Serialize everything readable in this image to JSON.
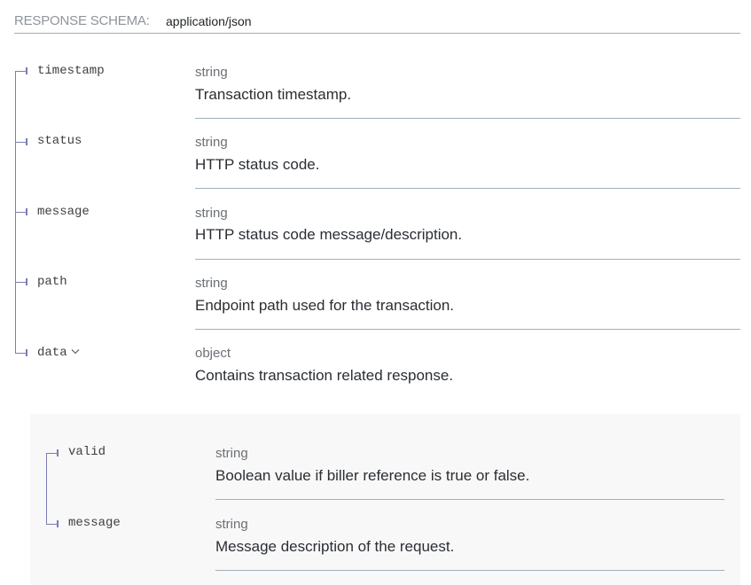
{
  "header": {
    "label": "RESPONSE SCHEMA:",
    "content_type": "application/json"
  },
  "properties": [
    {
      "name": "timestamp",
      "type": "string",
      "description": "Transaction timestamp."
    },
    {
      "name": "status",
      "type": "string",
      "description": "HTTP status code."
    },
    {
      "name": "message",
      "type": "string",
      "description": "HTTP status code message/description."
    },
    {
      "name": "path",
      "type": "string",
      "description": "Endpoint path used for the transaction."
    },
    {
      "name": "data",
      "type": "object",
      "description": "Contains transaction related response.",
      "expandable": true,
      "expanded": true,
      "toggle_icon": "chevron-down-icon"
    }
  ],
  "nested": {
    "parent": "data",
    "properties": [
      {
        "name": "valid",
        "type": "string",
        "description": "Boolean value if biller reference is true or false."
      },
      {
        "name": "message",
        "type": "string",
        "description": "Message description of the request."
      }
    ]
  },
  "colors": {
    "tree_line": "#7c7cb4",
    "divider": "#a2b0ba",
    "nested_bg": "#f8f8f8",
    "label_gray": "#8f9499"
  }
}
